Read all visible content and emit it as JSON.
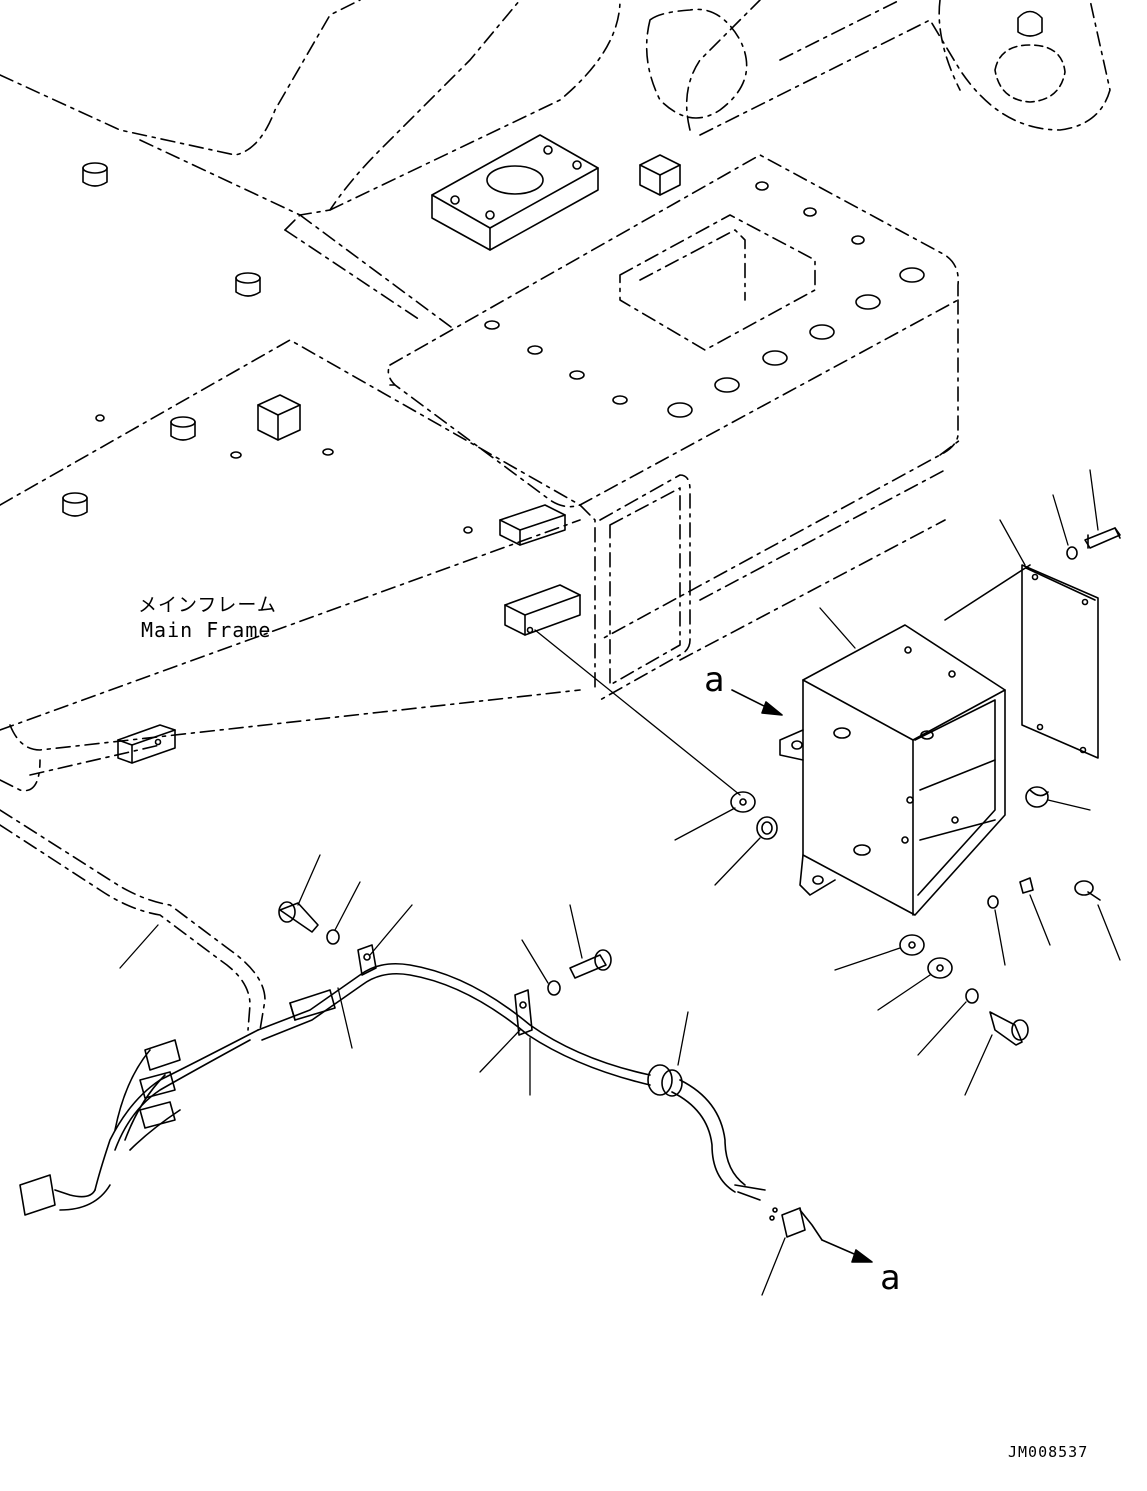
{
  "labels": {
    "frame_jp": "メインフレーム",
    "frame_en": "Main Frame",
    "view_ref_top": "a",
    "view_ref_bottom": "a",
    "doc_id": "JM008537"
  },
  "colors": {
    "line": "#000000",
    "background": "#ffffff"
  }
}
